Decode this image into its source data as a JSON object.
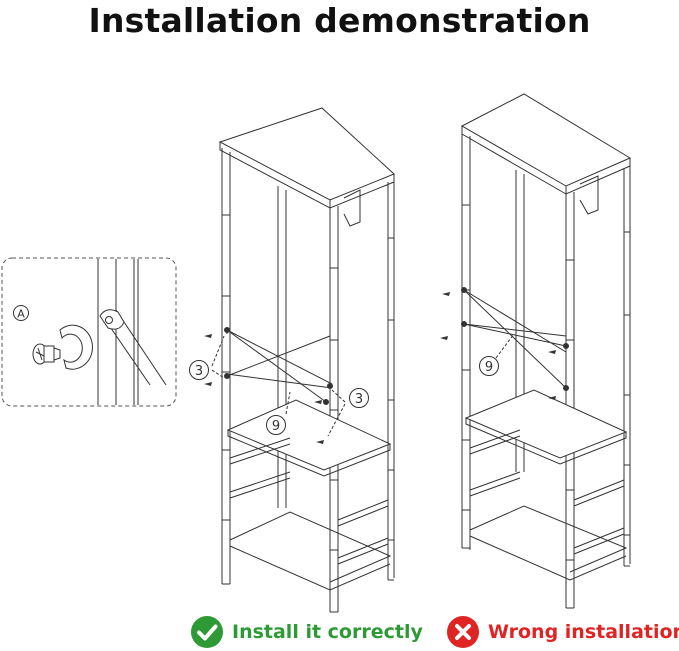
{
  "title": "Installation demonstration",
  "callouts": {
    "part_a": "A",
    "part_3_left": "3",
    "part_3_right": "3",
    "part_9_left": "9",
    "part_9_right": "9"
  },
  "legend": {
    "correct_label": "Install it correctly",
    "wrong_label": "Wrong installation"
  },
  "colors": {
    "correct": "#2e9a35",
    "wrong": "#e02424",
    "line": "#333333"
  },
  "icons": {
    "correct": "check-circle-icon",
    "wrong": "x-circle-icon"
  }
}
